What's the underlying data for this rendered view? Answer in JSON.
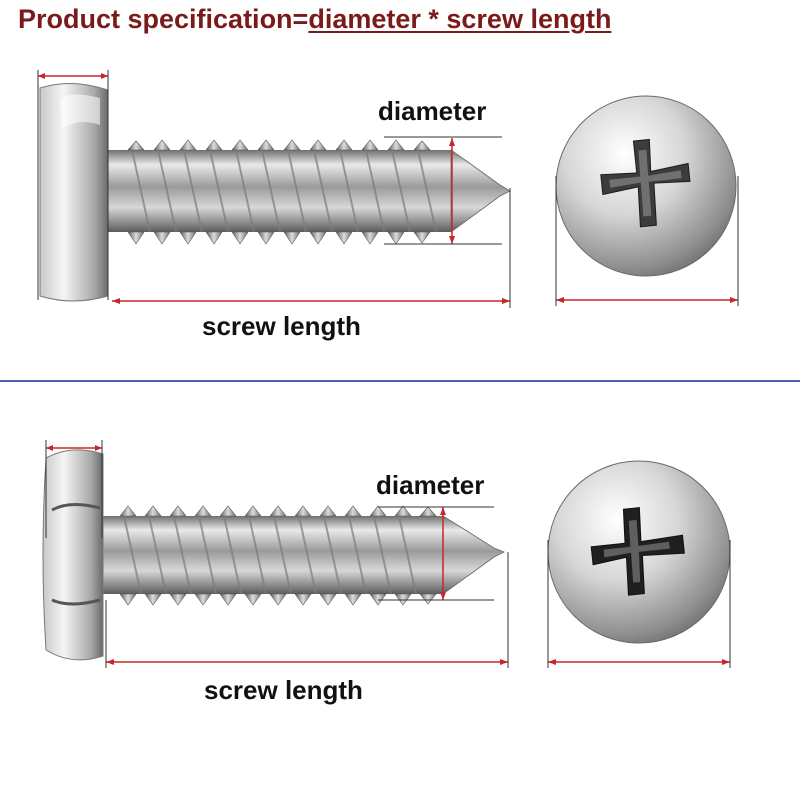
{
  "title": {
    "prefix": "Product specification=",
    "formula": "diameter * screw length"
  },
  "panels": [
    {
      "diameter_label": "diameter",
      "length_label": "screw length"
    },
    {
      "diameter_label": "diameter",
      "length_label": "screw length"
    }
  ],
  "colors": {
    "title": "#7a1a1a",
    "dimension_line": "#c8262c",
    "divider": "#4a5fa8",
    "label": "#111111"
  },
  "icons": [
    "phillips-cross-icon"
  ]
}
